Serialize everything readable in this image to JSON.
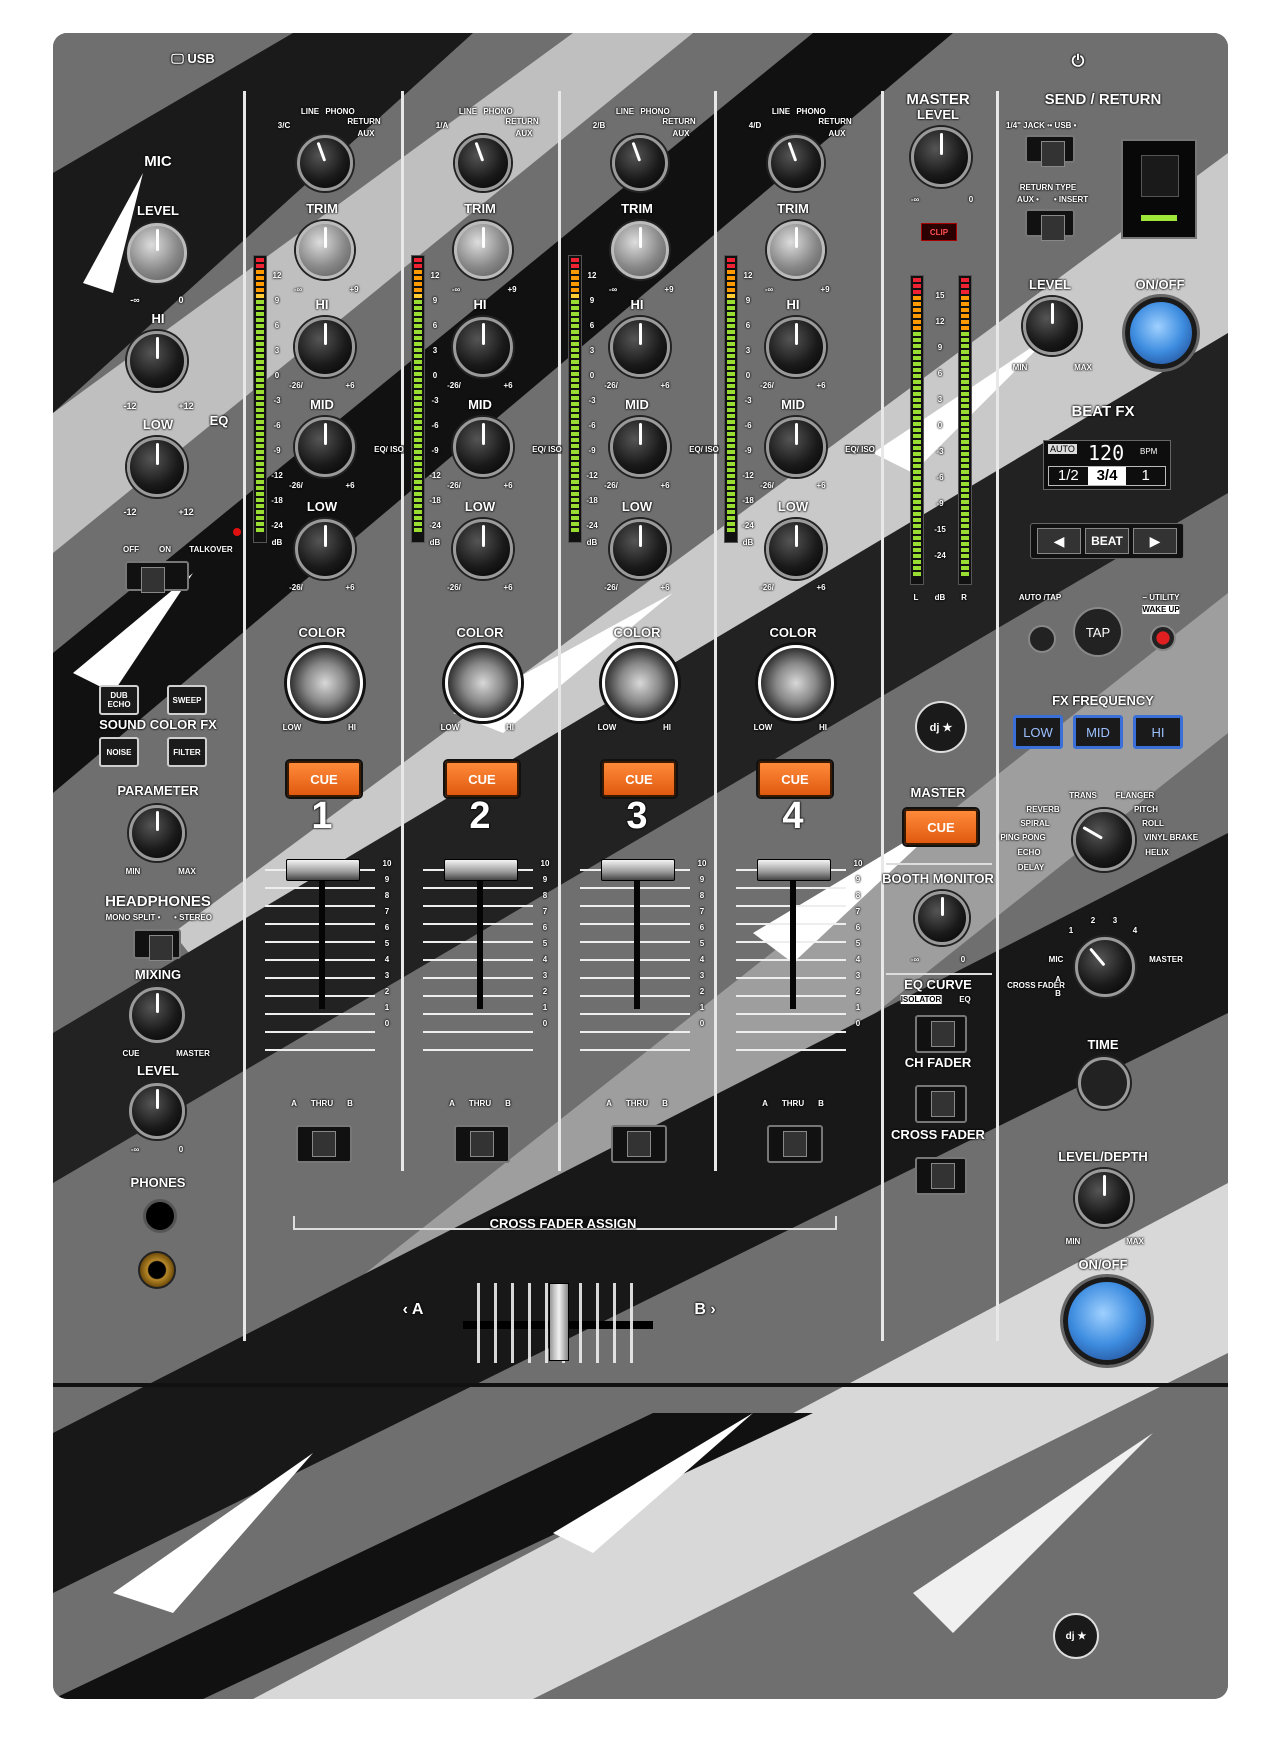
{
  "top": {
    "usb_label": "USB"
  },
  "mic": {
    "title": "MIC",
    "level": "LEVEL",
    "level_min": "-∞",
    "level_max": "0",
    "hi": "HI",
    "low": "LOW",
    "eq": "EQ",
    "eq_min": "-12",
    "eq_max": "+12",
    "off": "OFF",
    "on": "ON",
    "talkover": "TALKOVER"
  },
  "scfx": {
    "title": "SOUND COLOR FX",
    "dub_echo": "DUB ECHO",
    "sweep": "SWEEP",
    "noise": "NOISE",
    "filter": "FILTER",
    "parameter": "PARAMETER",
    "min": "MIN",
    "max": "MAX"
  },
  "headphones": {
    "title": "HEADPHONES",
    "mono_split": "MONO SPLIT •",
    "stereo": "• STEREO",
    "mixing": "MIXING",
    "cue": "CUE",
    "master": "MASTER",
    "level": "LEVEL",
    "level_min": "-∞",
    "level_max": "0",
    "phones": "PHONES"
  },
  "channels": [
    {
      "number": "1",
      "input": "3/C",
      "cue": "CUE"
    },
    {
      "number": "2",
      "input": "1/A",
      "cue": "CUE"
    },
    {
      "number": "3",
      "input": "2/B",
      "cue": "CUE"
    },
    {
      "number": "4",
      "input": "4/D",
      "cue": "CUE"
    }
  ],
  "channel_labels": {
    "line": "LINE",
    "phono": "PHONO",
    "return": "RETURN",
    "aux": "AUX",
    "trim": "TRIM",
    "trim_min": "-∞",
    "trim_max": "+9",
    "hi": "HI",
    "mid": "MID",
    "low": "LOW",
    "eq_min": "-26/",
    "eq_max": "+6",
    "eq_iso": "EQ/ ISO",
    "color": "COLOR",
    "color_low": "LOW",
    "color_hi": "HI",
    "thru": "THRU",
    "a": "A",
    "b": "B",
    "db": "dB"
  },
  "meter_scale": [
    "12",
    "9",
    "6",
    "3",
    "0",
    "-3",
    "-6",
    "-9",
    "-12",
    "-18",
    "-24"
  ],
  "fader_scale": [
    "10",
    "9",
    "8",
    "7",
    "6",
    "5",
    "4",
    "3",
    "2",
    "1",
    "0"
  ],
  "crossfader": {
    "assign": "CROSS FADER ASSIGN",
    "a": "‹ A",
    "b": "B ›"
  },
  "master": {
    "title": "MASTER",
    "level": "LEVEL",
    "min": "-∞",
    "max": "0",
    "clip": "CLIP",
    "scale": [
      "15",
      "12",
      "9",
      "6",
      "3",
      "0",
      "-3",
      "-6",
      "-9",
      "-15",
      "-24"
    ],
    "l": "L",
    "db": "dB",
    "r": "R",
    "cue": "CUE",
    "master_label": "MASTER",
    "booth": "BOOTH MONITOR",
    "booth_min": "-∞",
    "booth_max": "0"
  },
  "curves": {
    "eq_curve": "EQ CURVE",
    "isolator": "ISOLATOR",
    "eq": "EQ",
    "ch_fader": "CH FADER",
    "cross_fader": "CROSS FADER"
  },
  "send_return": {
    "title": "SEND / RETURN",
    "jack": "1/4\" JACK •",
    "usb": "• USB •",
    "return_type": "RETURN TYPE",
    "aux": "AUX •",
    "insert": "• INSERT",
    "level": "LEVEL",
    "min": "MIN",
    "max": "MAX",
    "on_off": "ON/OFF"
  },
  "beat_fx": {
    "title": "BEAT FX",
    "auto": "AUTO",
    "bpm_value": "120",
    "bpm": "BPM",
    "beats": [
      "1/2",
      "3/4",
      "1"
    ],
    "beat": "BEAT",
    "auto_tap": "AUTO /TAP",
    "tap": "TAP",
    "utility": "– UTILITY",
    "wake_up": "WAKE UP"
  },
  "fx_frequency": {
    "title": "FX FREQUENCY",
    "low": "LOW",
    "mid": "MID",
    "hi": "HI"
  },
  "fx_select": [
    "TRANS",
    "FLANGER",
    "REVERB",
    "PITCH",
    "SPIRAL",
    "ROLL",
    "PING PONG",
    "VINYL BRAKE",
    "ECHO",
    "HELIX",
    "DELAY"
  ],
  "fx_channel": {
    "n1": "1",
    "n2": "2",
    "n3": "3",
    "n4": "4",
    "mic": "MIC",
    "master": "MASTER",
    "cross": "CROSS FADER",
    "a": "A",
    "b": "B"
  },
  "fx_controls": {
    "time": "TIME",
    "level_depth": "LEVEL/DEPTH",
    "min": "MIN",
    "max": "MAX",
    "on_off": "ON/OFF"
  }
}
